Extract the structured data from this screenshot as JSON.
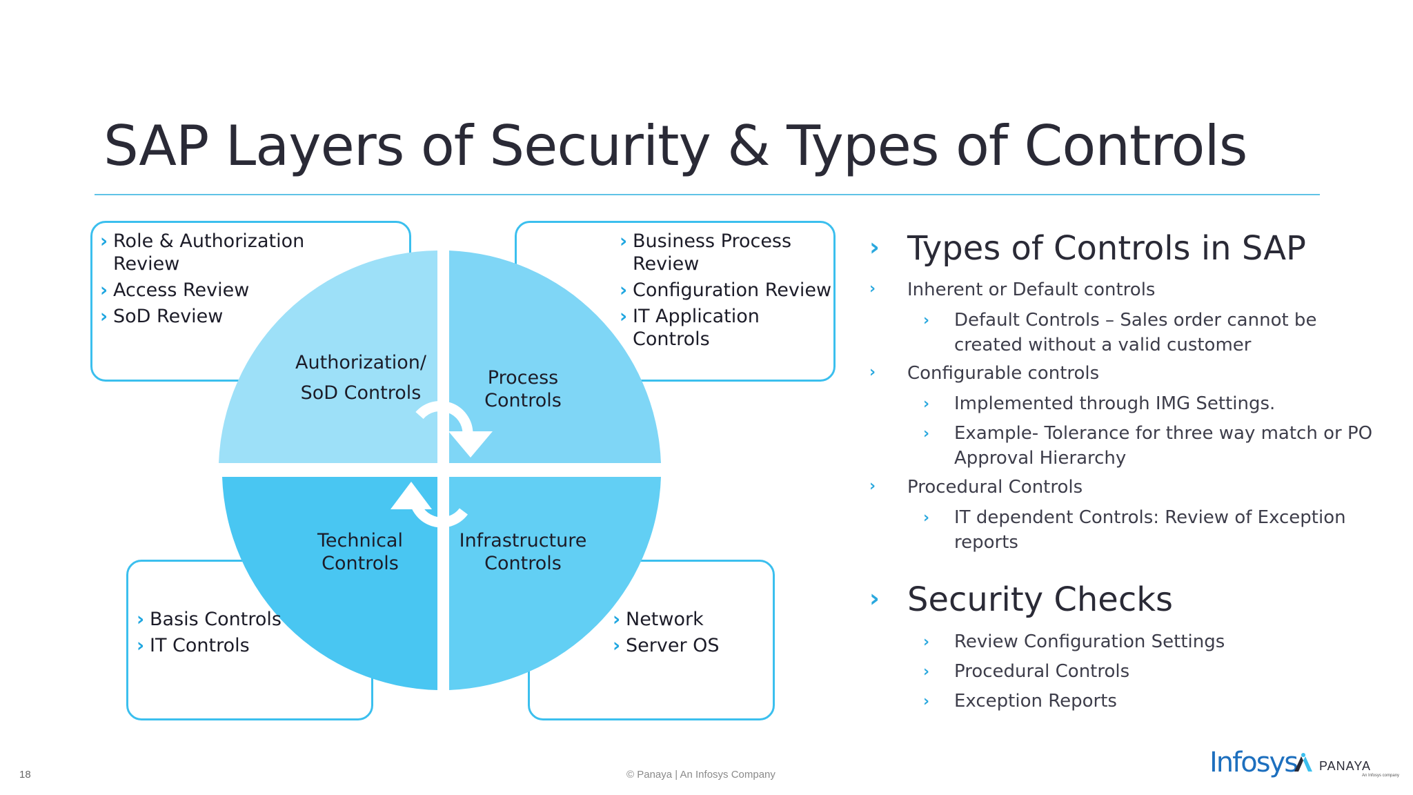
{
  "title": "SAP Layers of Security & Types of Controls",
  "boxes": {
    "top_left": [
      "Role & Authorization Review",
      "Access Review",
      "SoD Review"
    ],
    "top_right": [
      "Business Process Review",
      "Configuration Review",
      "IT Application Controls"
    ],
    "bottom_left": [
      "Basis Controls",
      "IT Controls"
    ],
    "bottom_right": [
      "Network",
      "Server OS"
    ]
  },
  "quadrants": {
    "tl": {
      "line1": "Authorization/",
      "line2": "SoD Controls"
    },
    "tr": {
      "line1": "Process",
      "line2": "Controls"
    },
    "bl": {
      "line1": "Technical",
      "line2": "Controls"
    },
    "br": {
      "line1": "Infrastructure",
      "line2": "Controls"
    }
  },
  "types_heading": "Types of Controls in SAP",
  "types": {
    "inherent": "Inherent or Default controls",
    "inherent_sub1_line1": "Default Controls – Sales order cannot be",
    "inherent_sub1_line2": "created without a valid customer",
    "configurable": "Configurable controls",
    "configurable_sub1": "Implemented through IMG Settings.",
    "configurable_sub2_line1": "Example- Tolerance for three way match or PO",
    "configurable_sub2_line2": "Approval Hierarchy",
    "procedural": "Procedural Controls",
    "procedural_sub1_line1": "IT dependent Controls: Review of Exception",
    "procedural_sub1_line2": "reports"
  },
  "checks_heading": "Security Checks",
  "checks": [
    "Review Configuration Settings",
    "Procedural Controls",
    "Exception Reports"
  ],
  "footer": {
    "page_number": "18",
    "copyright": "© Panaya  |  An Infosys Company",
    "infosys_logo": "Infosys",
    "panaya_logo": "PANAYA",
    "panaya_tagline": "An Infosys company"
  },
  "colors": {
    "accent": "#3bbfee",
    "quadrant_tl": "#9de0f8",
    "quadrant_tr": "#7fd6f6",
    "quadrant_bl": "#49c6f2",
    "quadrant_br": "#62cff4"
  },
  "icons": {
    "chevron": "›",
    "bullet": "chevron-right-icon",
    "cycle": "cycle-arrows-icon"
  }
}
